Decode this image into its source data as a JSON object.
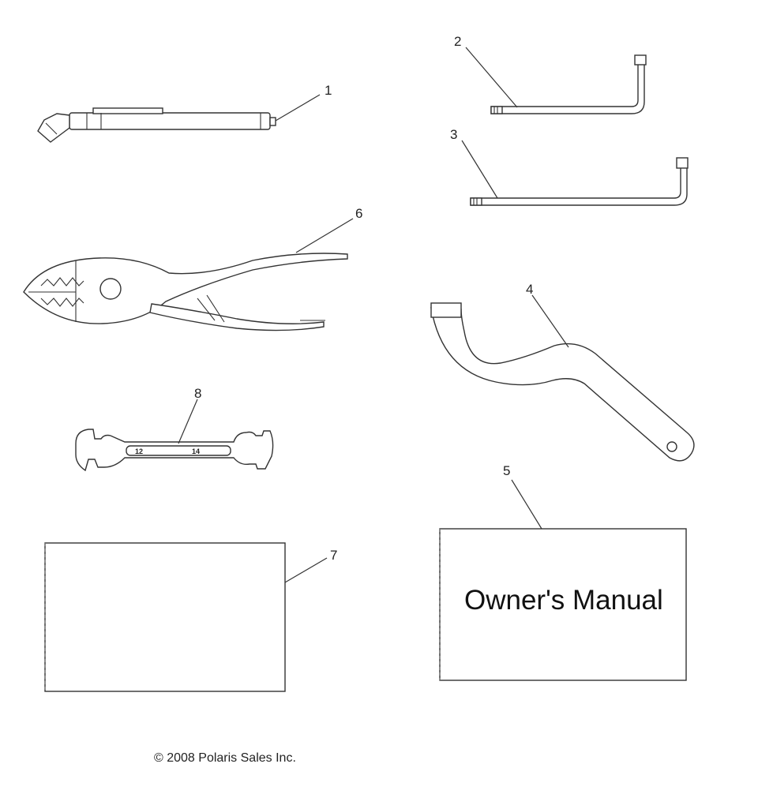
{
  "callouts": {
    "c1": "1",
    "c2": "2",
    "c3": "3",
    "c4": "4",
    "c5": "5",
    "c6": "6",
    "c7": "7",
    "c8": "8"
  },
  "manual": {
    "title": "Owner's Manual"
  },
  "wrench": {
    "size_left": "12",
    "size_right": "14"
  },
  "footer": {
    "copyright": "© 2008 Polaris Sales Inc."
  },
  "icons": {
    "part1": "tire-pressure-gauge-icon",
    "part2": "hex-key-short-icon",
    "part3": "hex-key-long-icon",
    "part4": "spanner-wrench-icon",
    "part6": "pliers-icon",
    "part8": "open-end-wrench-icon"
  }
}
